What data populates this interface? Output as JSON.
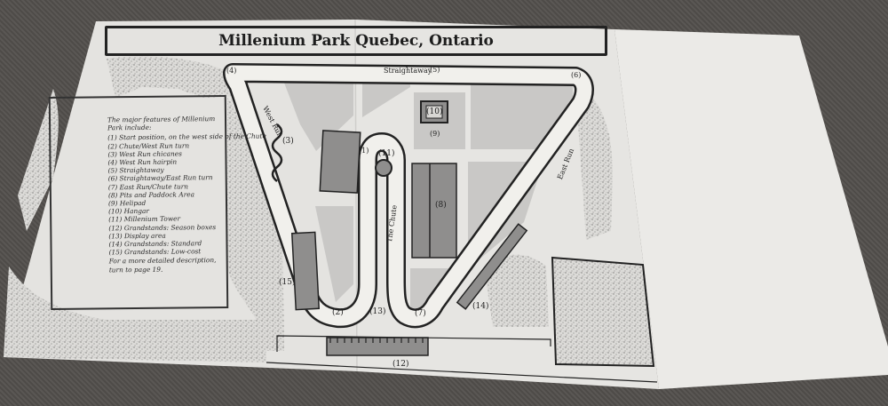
{
  "map": {
    "title": "Millenium Park Quebec, Ontario",
    "legend": {
      "intro": "The major features of Millenium Park include:",
      "items": [
        "(1) Start position, on the west side of the Chute",
        "(2) Chute/West Run turn",
        "(3) West Run chicanes",
        "(4) West Run hairpin",
        "(5) Straightaway",
        "(6) Straightaway/East Run turn",
        "(7) East Run/Chute turn",
        "(8) Pits and Paddock Area",
        "(9) Helipad",
        "(10) Hangar",
        "(11) Millenium Tower",
        "(12) Grandstands: Season boxes",
        "(13) Display area",
        "(14) Grandstands: Standard",
        "(15) Grandstands: Low-cost"
      ],
      "footer": "For a more detailed description, turn to page 19."
    },
    "road_labels": {
      "straightaway": "Straightaway",
      "west_run": "West Run",
      "east_run": "East Run",
      "the_chute": "The Chute"
    },
    "markers": {
      "m1": "(1)",
      "m2": "(2)",
      "m3": "(3)",
      "m4": "(4)",
      "m5": "(5)",
      "m6": "(6)",
      "m7": "(7)",
      "m8": "(8)",
      "m9": "(9)",
      "m10": "(10)",
      "m11": "(11)",
      "m12": "(12)",
      "m13": "(13)",
      "m14": "(14)",
      "m15": "(15)"
    },
    "colors": {
      "paper": "#e4e3e0",
      "road": "#f1f0ec",
      "block": "#c9c8c6",
      "feature": "#8f8e8d",
      "ink": "#222222"
    }
  }
}
